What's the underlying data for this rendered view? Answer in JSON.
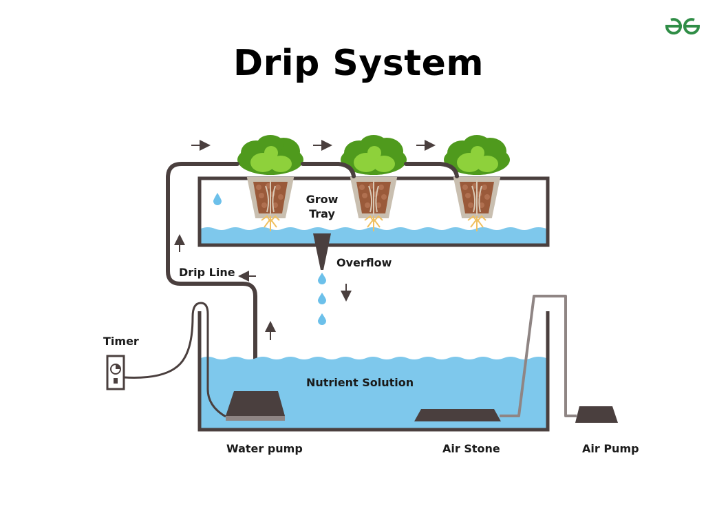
{
  "title": "Drip System",
  "brand": {
    "logo_icon": "gfg-logo-icon",
    "color": "#2f8d46"
  },
  "labels": {
    "grow_tray_line1": "Grow",
    "grow_tray_line2": "Tray",
    "overflow": "Overflow",
    "drip_line": "Drip Line",
    "timer": "Timer",
    "nutrient_solution": "Nutrient Solution",
    "water_pump": "Water pump",
    "air_stone": "Air Stone",
    "air_pump": "Air Pump"
  },
  "colors": {
    "outline": "#4a3f3e",
    "water": "#7ec8ec",
    "leaf_dark": "#4f9a1d",
    "leaf_light": "#8ed13b",
    "pot": "#c9bfb0",
    "clay": "#9a5a3a",
    "air_tube": "#8f8584"
  }
}
